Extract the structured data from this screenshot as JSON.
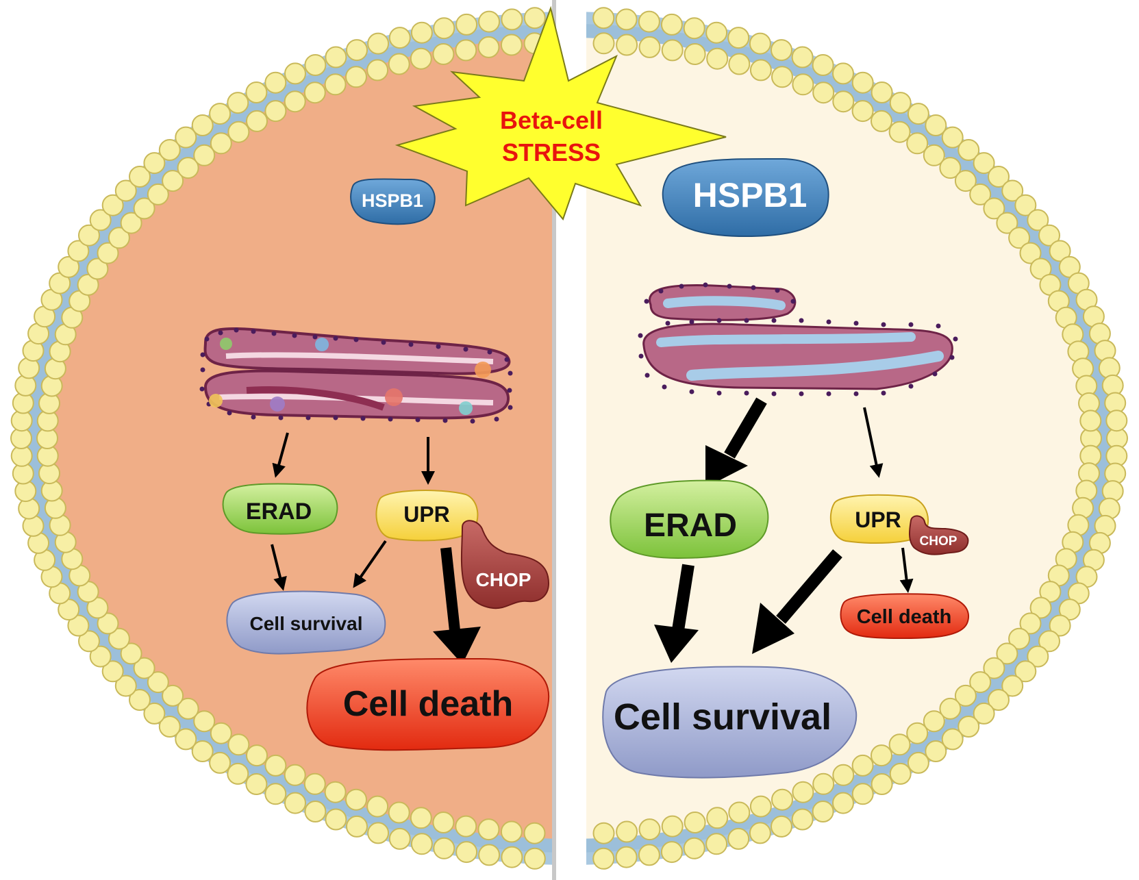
{
  "stress": {
    "line1": "Beta-cell",
    "line2": "STRESS"
  },
  "left": {
    "hspb1": "HSPB1",
    "erad": "ERAD",
    "upr": "UPR",
    "chop": "CHOP",
    "survival": "Cell survival",
    "death": "Cell death"
  },
  "right": {
    "hspb1": "HSPB1",
    "erad": "ERAD",
    "upr": "UPR",
    "chop": "CHOP",
    "survival": "Cell survival",
    "death": "Cell death"
  },
  "colors": {
    "left_cytoplasm": "#F0AE87",
    "right_cytoplasm": "#FDF5E3",
    "membrane_head": "#F7EFA5",
    "membrane_tail": "#A9C8E0",
    "stress_fill": "#FFFF2E",
    "stress_text": "#E8140E",
    "hspb1": "#3F7FB8",
    "erad": "#9FD65A",
    "upr": "#FFE266",
    "chop": "#A8403D",
    "survival": "#A8B2D8",
    "death": "#F24A2E",
    "er_stressed": "#B86887",
    "er_healthy": "#A8CCE8"
  }
}
